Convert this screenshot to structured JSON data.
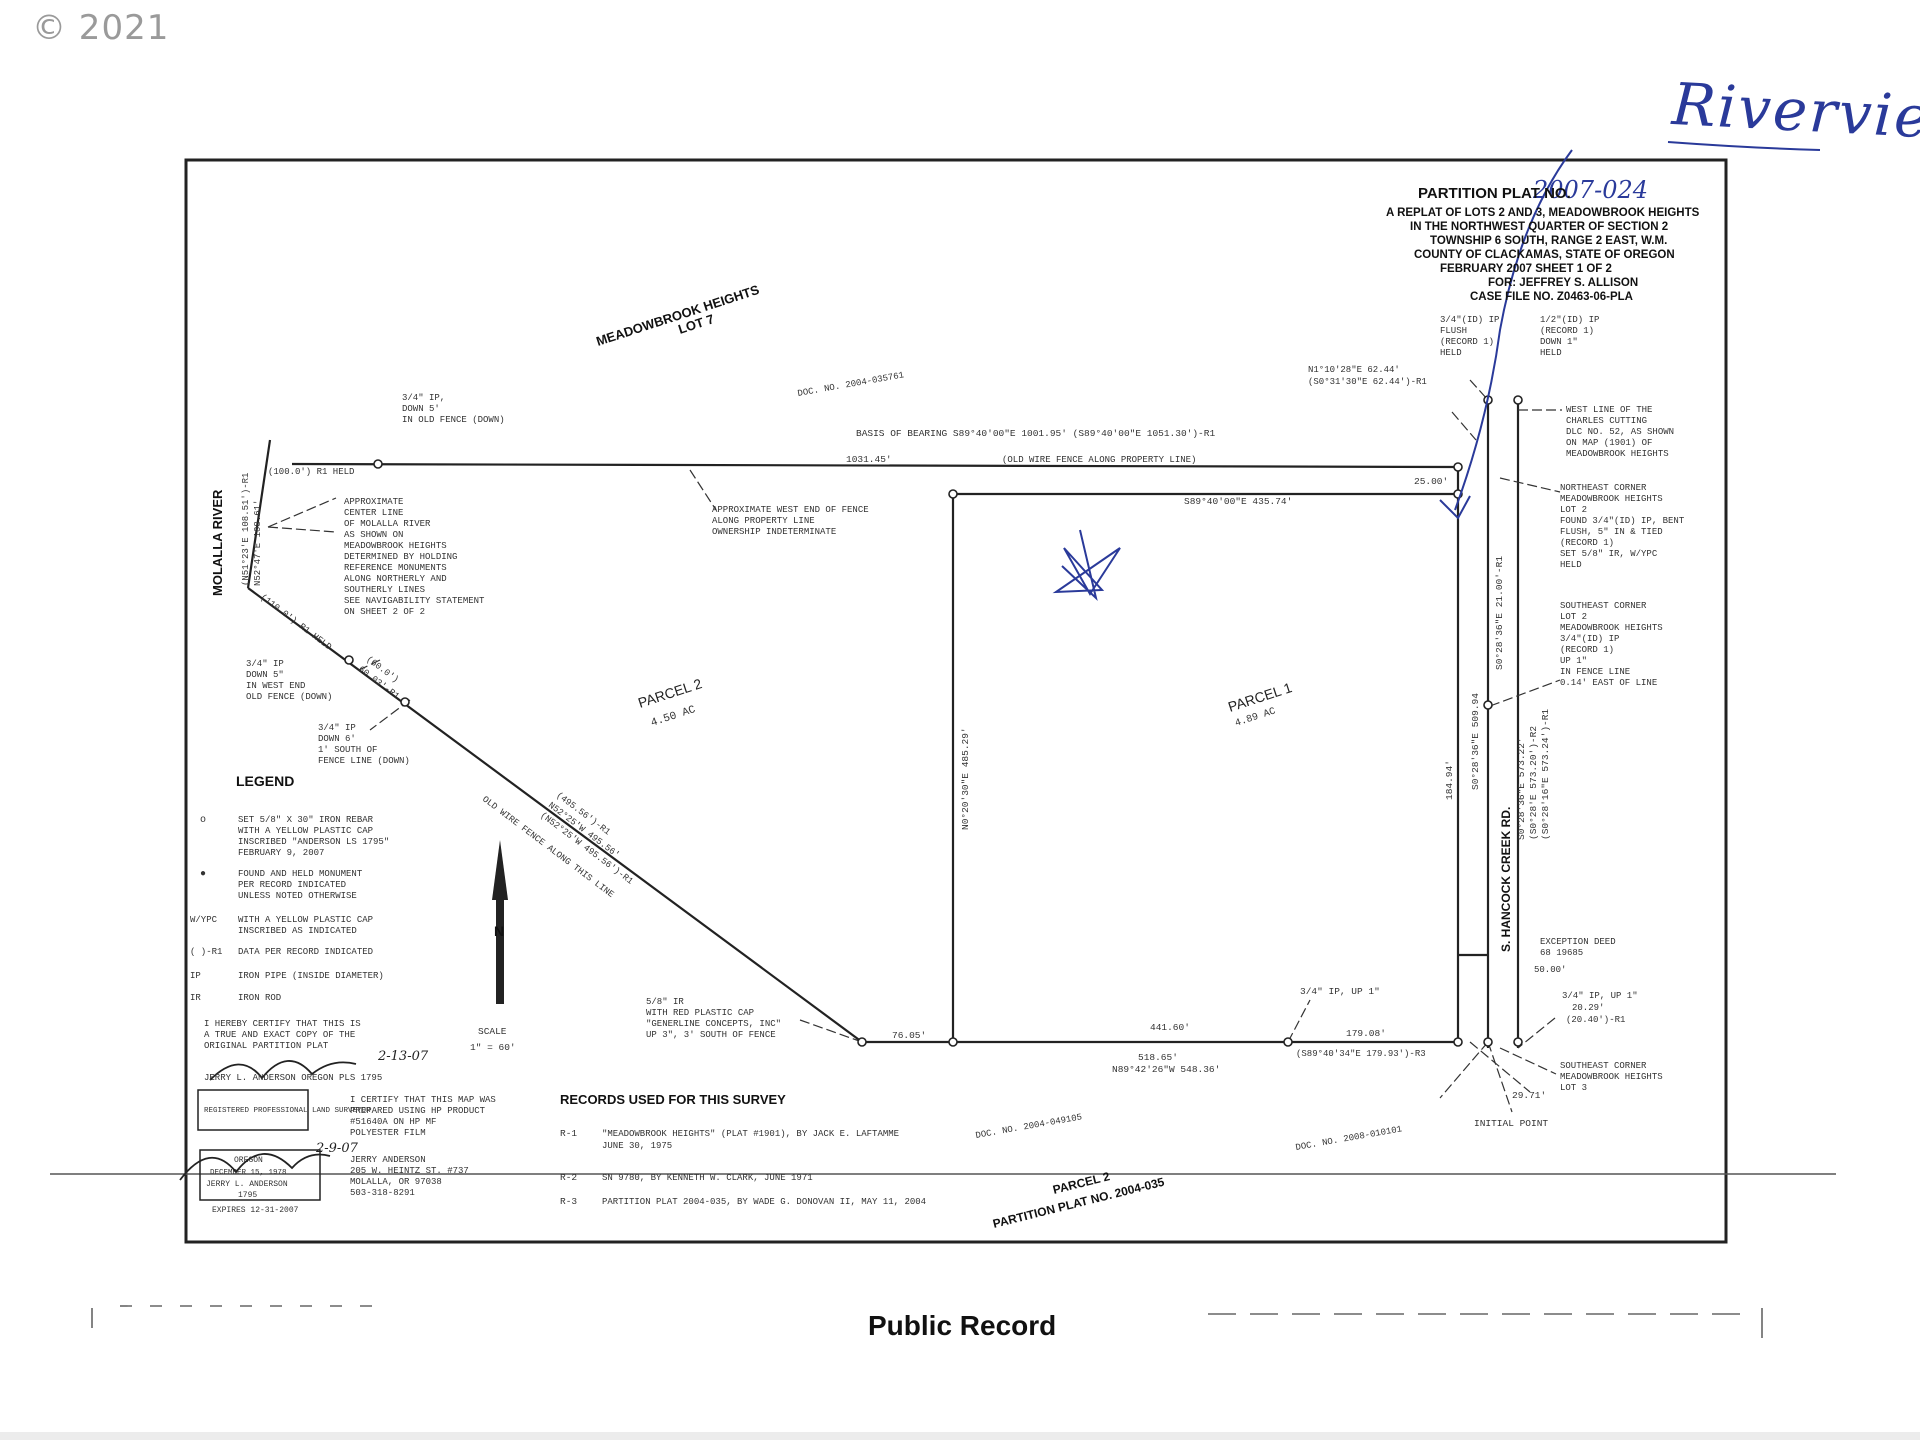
{
  "copyright": "© 2021",
  "handwritten_note": "Riverview",
  "handwritten_plat_no": "2007-024",
  "title_block": {
    "heading": "PARTITION PLAT NO.",
    "lines": [
      "A REPLAT OF LOTS 2 AND 3, MEADOWBROOK HEIGHTS",
      "IN THE NORTHWEST QUARTER OF SECTION 2",
      "TOWNSHIP 6 SOUTH, RANGE 2 EAST, W.M.",
      "COUNTY OF CLACKAMAS, STATE OF OREGON",
      "FEBRUARY 2007          SHEET 1 OF 2",
      "FOR: JEFFREY S. ALLISON",
      "CASE FILE NO. Z0463-06-PLA"
    ]
  },
  "labels": {
    "meadowbrook_lot7": "MEADOWBROOK HEIGHTS",
    "meadowbrook_lot7_sub": "LOT 7",
    "doc_no_top": "DOC. NO. 2004-035761",
    "basis_of_bearing": "BASIS OF BEARING S89°40'00\"E 1001.95' (S89°40'00\"E 1051.30')-R1",
    "fence_line": "(OLD WIRE FENCE ALONG PROPERTY LINE)",
    "dist_103145": "1031.45'",
    "dist_2500": "25.00'",
    "ip_top_left": [
      "3/4\" IP,",
      "DOWN 5'",
      "IN OLD FENCE (DOWN)"
    ],
    "r1_held_top": "(100.0') R1 HELD",
    "fence_west_end": [
      "APPROXIMATE WEST END OF FENCE",
      "ALONG PROPERTY LINE",
      "OWNERSHIP INDETERMINATE"
    ],
    "inner_north": "S89°40'00\"E 435.74'",
    "molalla_river": "MOLALLA RIVER",
    "river_bearing": [
      "(N51°23'E 108.51')-R1",
      "N52°47'E 108.61'"
    ],
    "centerline_note": [
      "APPROXIMATE",
      "CENTER LINE",
      "OF MOLALLA RIVER",
      "AS SHOWN ON",
      "MEADOWBROOK HEIGHTS",
      "DETERMINED BY HOLDING",
      "REFERENCE MONUMENTS",
      "ALONG NORTHERLY AND",
      "SOUTHERLY LINES",
      "SEE NAVIGABILITY STATEMENT",
      "ON SHEET 2 OF 2"
    ],
    "r1_held_west": "(110.0') R1 HELD",
    "ip_west_end": [
      "3/4\" IP",
      "DOWN 5\"",
      "IN WEST END",
      "OLD FENCE (DOWN)"
    ],
    "dist_west": [
      "(60.0')",
      "60.03'-R1"
    ],
    "ip_south_fence": [
      "3/4\" IP",
      "DOWN 6'",
      "1' SOUTH OF",
      "FENCE LINE (DOWN)"
    ],
    "parcel2": "PARCEL 2",
    "parcel2_area": "4.50 AC",
    "parcel1": "PARCEL 1",
    "parcel1_area": "4.89 AC",
    "inner_west": "N0°20'30\"E 485.29'",
    "east_inner": "184.94'",
    "east_bearing": "S0°28'36\"E 509.94",
    "east_outer": "S0°28'36\"E 21.00'-R1",
    "road_name": "S. HANCOCK CREEK RD.",
    "road_bearings": [
      "S0°28'36\"E 573.22'",
      "(S0°28'E 573.20')-R2",
      "(S0°28'16\"E 573.24')-R1"
    ],
    "diag_bearing": [
      "(495.56')-R1",
      "N52°25'W 495.56'",
      "(N52°25'W 495.56')-R1",
      "OLD WIRE FENCE ALONG THIS LINE"
    ],
    "top_bearing_ne": [
      "N1°10'28\"E 62.44'",
      "(S0°31'30\"E 62.44')-R1"
    ],
    "ip_ne_flush": [
      "3/4\"(ID) IP",
      "FLUSH",
      "(RECORD 1)",
      "HELD"
    ],
    "ip_ne_down": [
      "1/2\"(ID) IP",
      "(RECORD 1)",
      "DOWN 1\"",
      "HELD"
    ],
    "west_line_note": [
      "WEST LINE OF THE",
      "CHARLES CUTTING",
      "DLC NO. 52, AS SHOWN",
      "ON MAP (1901) OF",
      "MEADOWBROOK HEIGHTS"
    ],
    "ne_corner_note": [
      "NORTHEAST CORNER",
      "MEADOWBROOK HEIGHTS",
      "LOT 2",
      "FOUND 3/4\"(ID) IP, BENT",
      "FLUSH, 5\" IN & TIED",
      "(RECORD 1)",
      "SET 5/8\" IR, W/YPC",
      "HELD"
    ],
    "se_corner_lot2": [
      "SOUTHEAST CORNER",
      "LOT 2",
      "MEADOWBROOK HEIGHTS",
      "3/4\"(ID) IP",
      "(RECORD 1)",
      "UP 1\"",
      "IN FENCE LINE",
      "0.14' EAST OF LINE"
    ],
    "exception_deed": [
      "EXCEPTION DEED",
      "68 19685",
      "50.00'"
    ],
    "ip_up_right": [
      "3/4\" IP, UP 1\"",
      "20.29'",
      "(20.40')-R1"
    ],
    "se_corner_lot3": [
      "SOUTHEAST CORNER",
      "MEADOWBROOK HEIGHTS",
      "LOT 3"
    ],
    "dist_2971": "29.71'",
    "initial_point": "INITIAL POINT",
    "ip_up_bottom": "3/4\" IP, UP 1\"",
    "dist_44160": "441.60'",
    "dist_17908": "179.08'",
    "bearing_17993": "(S89°40'34\"E 179.93')-R3",
    "dist_51865": "518.65'",
    "bearing_south": "N89°42'26\"W 548.36'",
    "dist_7605": "76.05'",
    "ir_red_cap": [
      "5/8\" IR",
      "WITH RED PLASTIC CAP",
      "\"GENERLINE CONCEPTS, INC\"",
      "UP 3\", 3' SOUTH OF FENCE"
    ],
    "parcel2_bottom": "PARCEL 2",
    "partition_plat_bottom": "PARTITION PLAT NO. 2004-035",
    "doc_no_mid": "DOC. NO. 2004-049105",
    "doc_no_right": "DOC. NO. 2008-010101"
  },
  "legend": {
    "title": "LEGEND",
    "items": [
      {
        "symbol": "o",
        "text": [
          "SET 5/8\" X 30\" IRON REBAR",
          "WITH A YELLOW PLASTIC CAP",
          "INSCRIBED \"ANDERSON LS 1795\"",
          "FEBRUARY 9, 2007"
        ]
      },
      {
        "symbol": "●",
        "text": [
          "FOUND AND HELD MONUMENT",
          "PER RECORD INDICATED",
          "UNLESS NOTED OTHERWISE"
        ]
      },
      {
        "symbol": "W/YPC",
        "text": [
          "WITH A YELLOW PLASTIC CAP",
          "INSCRIBED AS INDICATED"
        ]
      },
      {
        "symbol": "( )-R1",
        "text": [
          "DATA PER RECORD INDICATED"
        ]
      },
      {
        "symbol": "IP",
        "text": [
          "IRON PIPE (INSIDE DIAMETER)"
        ]
      },
      {
        "symbol": "IR",
        "text": [
          "IRON ROD"
        ]
      }
    ]
  },
  "north_arrow": "N",
  "scale": {
    "title": "SCALE",
    "value": "1\" = 60'"
  },
  "certify": [
    "I HEREBY CERTIFY THAT THIS IS",
    "A TRUE AND EXACT COPY OF THE",
    "ORIGINAL PARTITION PLAT"
  ],
  "surveyor_sig_date": "2-13-07",
  "surveyor_line": "JERRY L. ANDERSON OREGON PLS 1795",
  "stamp": {
    "top": "REGISTERED PROFESSIONAL LAND SURVEYOR",
    "state": "OREGON",
    "date": "DECEMBER 15, 1978",
    "name": "JERRY L. ANDERSON",
    "num": "1795",
    "expires": "EXPIRES 12-31-2007"
  },
  "stamp_sig_date": "2-9-07",
  "microfilm_cert": [
    "I CERTIFY THAT THIS MAP WAS",
    "PREPARED USING HP PRODUCT",
    "#51640A ON HP MF",
    "POLYESTER FILM"
  ],
  "address": [
    "JERRY ANDERSON",
    "205 W. HEINTZ ST. #737",
    "MOLALLA, OR 97038",
    "503-318-8291"
  ],
  "records": {
    "title": "RECORDS USED FOR THIS SURVEY",
    "items": [
      {
        "key": "R-1",
        "text": "\"MEADOWBROOK HEIGHTS\" (PLAT #1901), BY JACK E. LAFTAMME",
        "text2": "JUNE 30, 1975"
      },
      {
        "key": "R-2",
        "text": "SN 9780, BY KENNETH W. CLARK, JUNE 1971",
        "text2": ""
      },
      {
        "key": "R-3",
        "text": "PARTITION PLAT 2004-035, BY WADE G. DONOVAN II, MAY 11, 2004",
        "text2": ""
      }
    ]
  },
  "footer": "Public Record"
}
